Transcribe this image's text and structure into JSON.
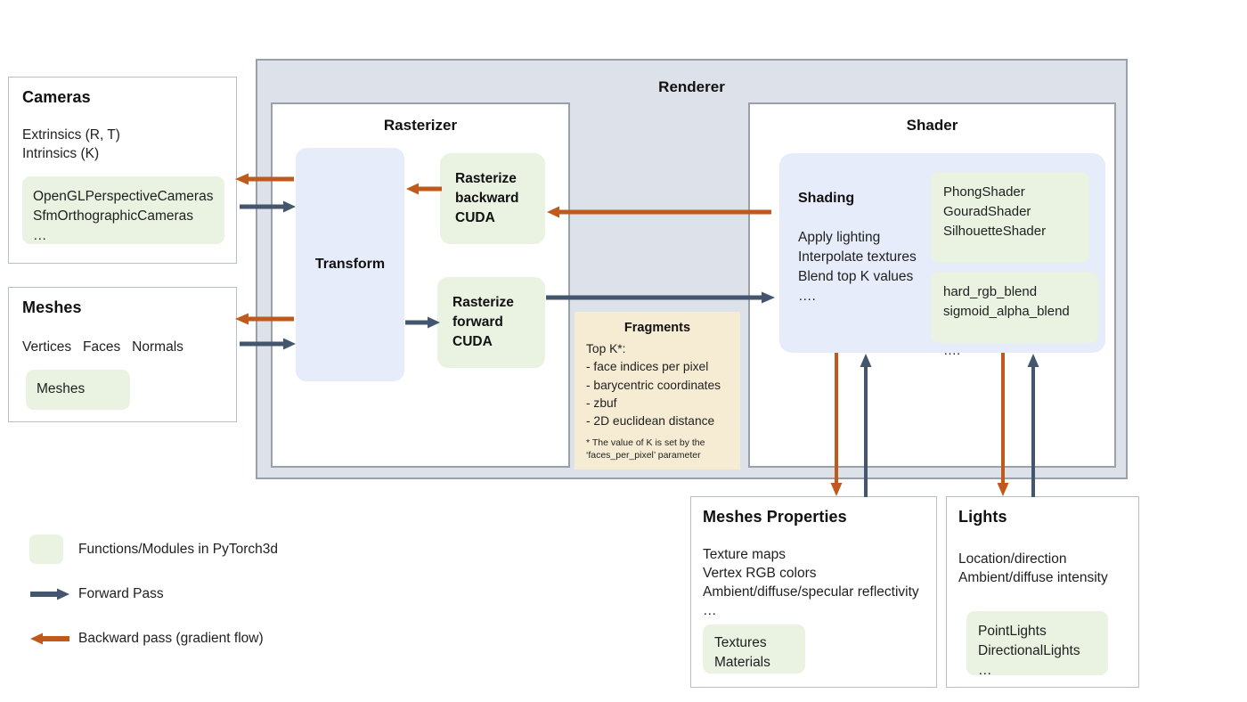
{
  "legend": {
    "swatch_label": "Functions/Modules in PyTorch3d",
    "forward_label": "Forward Pass",
    "backward_label": "Backward pass (gradient flow)",
    "forward_color": "#44566e",
    "backward_color": "#c05a1c",
    "module_color": "#eaf2e2"
  },
  "cameras": {
    "title": "Cameras",
    "properties": "Extrinsics (R, T)\nIntrinsics (K)",
    "modules": "OpenGLPerspectiveCameras\nSfmOrthographicCameras\n…"
  },
  "meshes": {
    "title": "Meshes",
    "properties": "Vertices   Faces   Normals",
    "modules": "Meshes"
  },
  "renderer": {
    "title": "Renderer",
    "rasterizer": {
      "title": "Rasterizer",
      "transform": "Transform",
      "backward_block": "Rasterize\nbackward\nCUDA",
      "forward_block": "Rasterize\nforward\nCUDA"
    },
    "fragments": {
      "title": "Fragments",
      "list": "Top K*:\n- face indices per pixel\n- barycentric coordinates\n- zbuf\n- 2D euclidean distance",
      "note": "* The value of K is set by the\n‘faces_per_pixel’ parameter"
    },
    "shader": {
      "title": "Shader",
      "shading_title": "Shading",
      "shading_lines": "Apply lighting\nInterpolate textures\nBlend top K values\n….",
      "shader_modules": "PhongShader\nGouradShader\nSilhouetteShader\n\n…",
      "blend_modules": "hard_rgb_blend\nsigmoid_alpha_blend\n\n…."
    }
  },
  "mesh_properties": {
    "title": "Meshes Properties",
    "properties": "Texture maps\nVertex RGB colors\nAmbient/diffuse/specular reflectivity\n…",
    "modules": "Textures\nMaterials"
  },
  "lights": {
    "title": "Lights",
    "properties": "Location/direction\nAmbient/diffuse intensity",
    "modules": "PointLights\nDirectionalLights\n…"
  }
}
